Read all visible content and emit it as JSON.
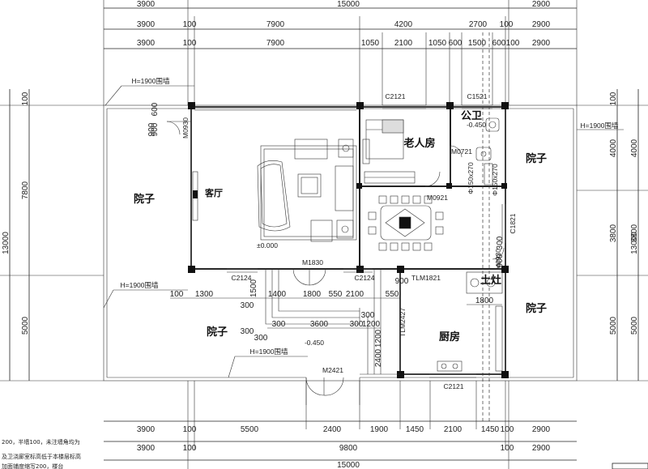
{
  "dims": {
    "top_row1": [
      "3900",
      "15000",
      "2900"
    ],
    "top_row2": [
      "3900",
      "100",
      "7900",
      "4200",
      "2700",
      "100",
      "2900"
    ],
    "top_row3": [
      "3900",
      "100",
      "7900",
      "1050",
      "2100",
      "1050",
      "600",
      "1500",
      "600",
      "100",
      "2900"
    ],
    "bottom_row1": [
      "3900",
      "100",
      "5500",
      "2400",
      "1900",
      "1450",
      "2100",
      "1450",
      "100",
      "2900"
    ],
    "bottom_row2": [
      "3900",
      "100",
      "9800",
      "100",
      "2900"
    ],
    "bottom_row3": [
      "15000"
    ],
    "left": [
      "100",
      "7800",
      "13000",
      "5000"
    ],
    "left_900": "900",
    "left_600": "600",
    "right_outer": [
      "100",
      "4000",
      "3800",
      "13000",
      "5000"
    ],
    "right_inner": [
      "2900",
      "900",
      "300",
      "200"
    ],
    "inner_row": [
      "100",
      "1300",
      "1500",
      "1400",
      "1800",
      "550",
      "2100",
      "550"
    ],
    "inner_row2": [
      "3600",
      "300",
      "1200",
      "300"
    ],
    "stair_300": [
      "300",
      "300",
      "300"
    ],
    "kitchen_v": [
      "1200",
      "2400",
      "300"
    ]
  },
  "labels": {
    "wall_note_left": "H=1900围墙",
    "wall_note_left2": "H=1900围墙",
    "wall_note_right": "H=1900围墙",
    "wall_note_bottom": "H=1900围墙",
    "door_c2121_top": "C2121",
    "door_c1521": "C1521",
    "m0930_left": "M0930",
    "m0721": "M0721",
    "m0921": "M0921",
    "m0930_right": "M0930",
    "c1821": "C1821",
    "m1830": "M1830",
    "c2124_l": "C2124",
    "c2124_r": "C2124",
    "tlm1821": "TLM1821",
    "tlm2427": "TLM2427",
    "m2421": "M2421",
    "c2121_bottom": "C2121",
    "pipe1": "Φ150x270",
    "pipe2": "Φ150x270",
    "level_0": "±0.000",
    "level_gw": "-0.450",
    "level_yard": "-0.450",
    "notes": [
      "200，半墙100，未注墙角均为",
      "及卫浇廊室标高低于本楼层标高",
      "加面铺度缩写200，楼台"
    ]
  },
  "rooms": {
    "courtyard_left": "院子",
    "living": "客厅",
    "elder_room": "老人房",
    "wc": "公卫",
    "courtyard_right_top": "院子",
    "courtyard_right_bottom": "院子",
    "stove": "土灶",
    "courtyard_bottom": "院子",
    "kitchen": "厨房"
  }
}
